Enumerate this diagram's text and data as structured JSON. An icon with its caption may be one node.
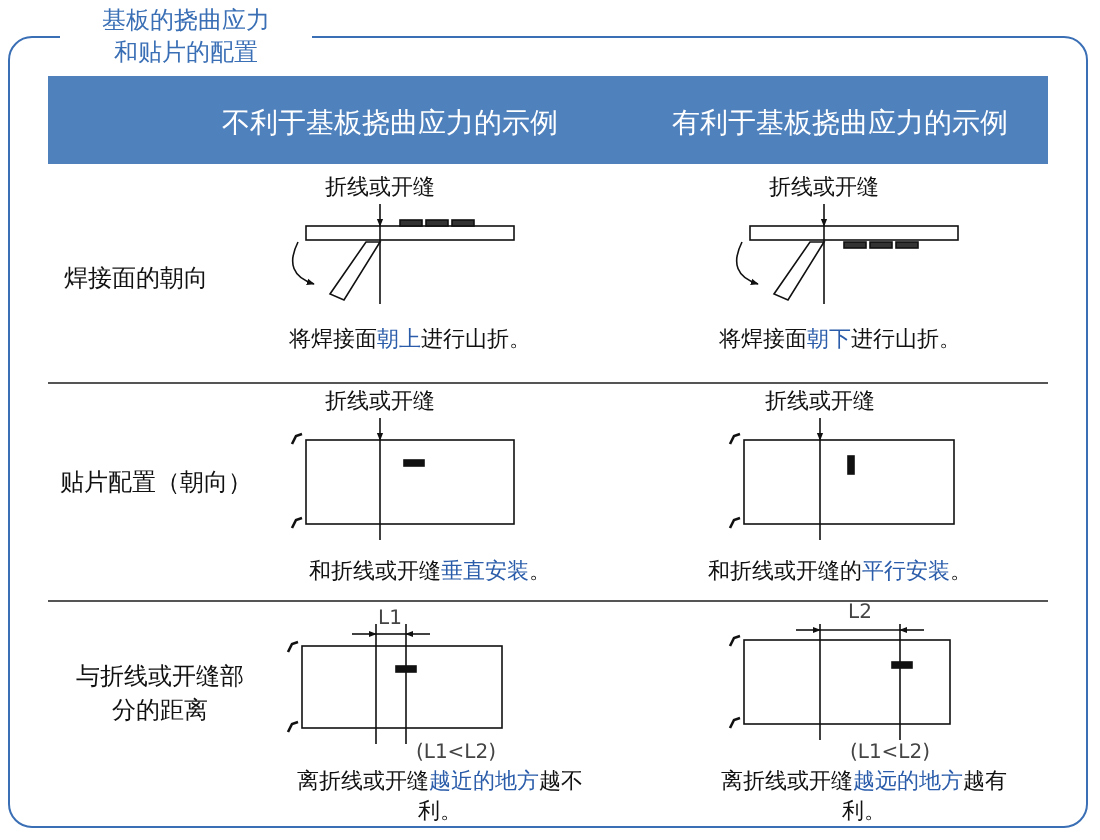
{
  "diagram": {
    "title": "基板的挠曲应力和贴片的配置",
    "nodes": [
      {
        "text": [
          "折线或开缝"
        ]
      },
      {
        "text": [
          "折线或开缝"
        ]
      },
      {
        "text": [],
        "shape": "box"
      },
      {
        "text": [],
        "shape": "box"
      },
      {
        "text": [
          "折线或开缝"
        ]
      },
      {
        "text": [
          "折线或开缝"
        ]
      },
      {
        "text": [],
        "shape": "box"
      },
      {
        "text": [],
        "shape": "box"
      },
      {
        "text": [],
        "shape": "box"
      },
      {
        "text": [],
        "shape": "box"
      }
    ],
    "edges": [
      {
        "from": 0,
        "to": 2,
        "arrow": "to"
      },
      {
        "from": 1,
        "to": 3,
        "arrow": "to"
      },
      {
        "from": 4,
        "to": 6,
        "arrow": "to"
      },
      {
        "from": 5,
        "to": 7,
        "arrow": "to"
      }
    ],
    "labels": [
      "不利于基板挠曲应力的示例",
      "有利于基板挠曲应力的示例",
      "焊接面的朝向",
      "将焊接面**朝上**进行山折。",
      "将焊接面**朝下**进行山折。",
      "贴片配置（朝向）",
      "和折线或开缝**垂直安装**。",
      "和折线或开缝的**平行安装**。",
      "L1",
      "L2",
      "与折线或开缝部分的距离",
      "(L1<L2)",
      "(L1<L2)",
      "离折线或开缝**越近的地方**越不利。",
      "离折线或开缝**越远的地方**越有利。"
    ]
  }
}
